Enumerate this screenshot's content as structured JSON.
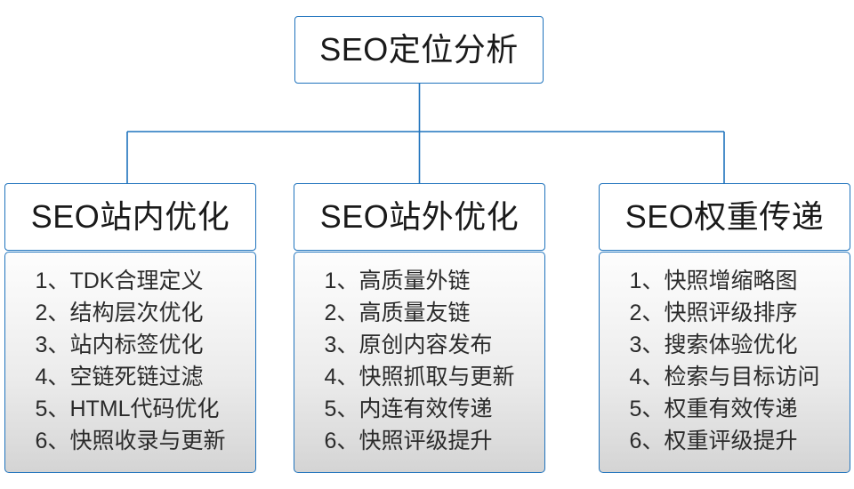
{
  "diagram": {
    "type": "org-tree",
    "root": {
      "label": "SEO定位分析"
    },
    "accent_color": "#1f73bd",
    "connector_color": "#1f73bd",
    "body_fill_top": "#fdfdfd",
    "body_fill_bottom": "#d4d4d4",
    "columns": [
      {
        "header": "SEO站内优化",
        "items": [
          {
            "index": "1、",
            "text": "TDK合理定义"
          },
          {
            "index": "2、",
            "text": "结构层次优化"
          },
          {
            "index": "3、",
            "text": "站内标签优化"
          },
          {
            "index": "4、",
            "text": "空链死链过滤"
          },
          {
            "index": "5、",
            "text": "HTML代码优化"
          },
          {
            "index": "6、",
            "text": "快照收录与更新"
          }
        ]
      },
      {
        "header": "SEO站外优化",
        "items": [
          {
            "index": "1、",
            "text": "高质量外链"
          },
          {
            "index": "2、",
            "text": "高质量友链"
          },
          {
            "index": "3、",
            "text": "原创内容发布"
          },
          {
            "index": "4、",
            "text": "快照抓取与更新"
          },
          {
            "index": "5、",
            "text": "内连有效传递"
          },
          {
            "index": "6、",
            "text": "快照评级提升"
          }
        ]
      },
      {
        "header": "SEO权重传递",
        "items": [
          {
            "index": "1、",
            "text": "快照增缩略图"
          },
          {
            "index": "2、",
            "text": "快照评级排序"
          },
          {
            "index": "3、",
            "text": "搜索体验优化"
          },
          {
            "index": "4、",
            "text": "检索与目标访问"
          },
          {
            "index": "5、",
            "text": "权重有效传递"
          },
          {
            "index": "6、",
            "text": "权重评级提升"
          }
        ]
      }
    ]
  }
}
